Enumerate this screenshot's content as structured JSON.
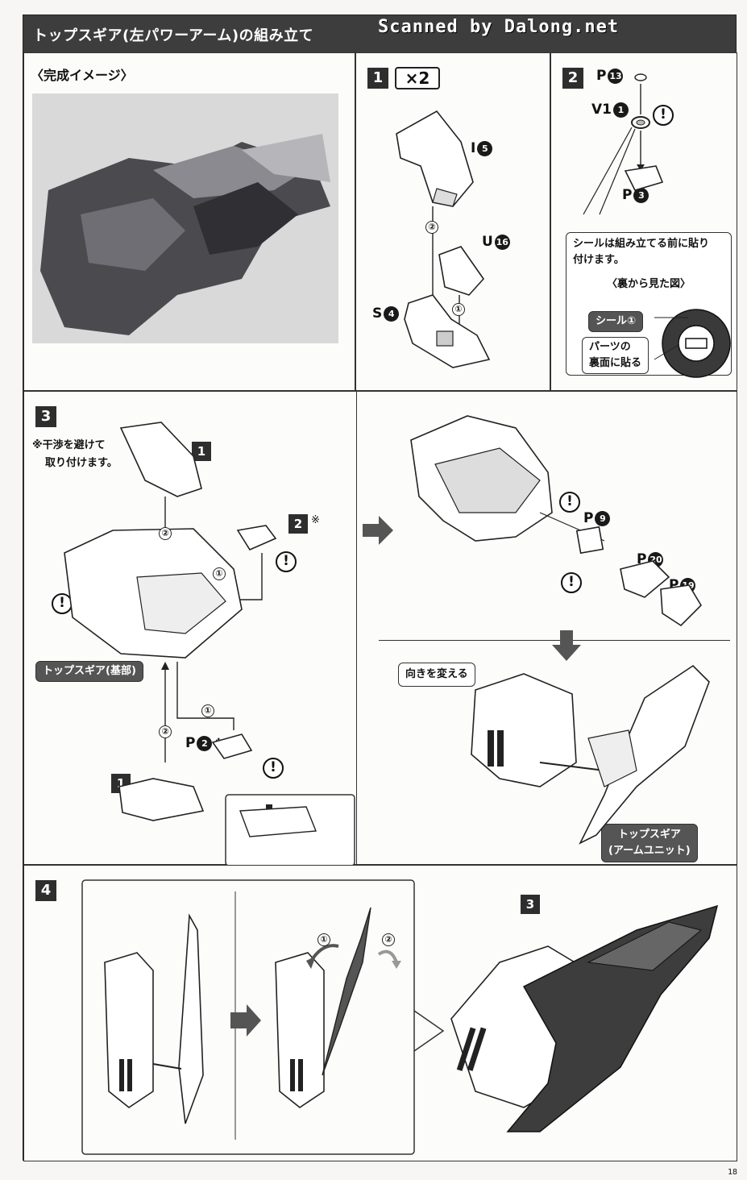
{
  "header": {
    "title": "トップスギア(左パワーアーム)の組み立て",
    "scan_mark": "Scanned by Dalong.net"
  },
  "panel_complete": {
    "label": "〈完成イメージ〉"
  },
  "panel_1": {
    "step": "1",
    "multiplier": "×2",
    "parts": [
      {
        "letter": "I",
        "num": "5"
      },
      {
        "letter": "U",
        "num": "16"
      },
      {
        "letter": "S",
        "num": "4"
      }
    ],
    "order": [
      "②",
      "①"
    ]
  },
  "panel_2": {
    "step": "2",
    "parts": [
      {
        "letter": "P",
        "num": "13"
      },
      {
        "letter": "V1",
        "num": "1"
      },
      {
        "letter": "P",
        "num": "3"
      }
    ],
    "note_line1": "シールは組み立てる前に貼り",
    "note_line2": "付けます。",
    "view_label": "〈裏から見た図〉",
    "seal_tag": "シール①",
    "apply_line1": "パーツの",
    "apply_line2": "裏面に貼る"
  },
  "panel_3": {
    "step": "3",
    "note_line1": "※干渉を避けて",
    "note_line2": "取り付けます。",
    "ref_1a": "1",
    "ref_2": "2",
    "ref_2_mark": "※",
    "ref_1b": "1",
    "base_tag": "トップスギア(基部)",
    "p2_letter": "P",
    "p2_num": "2",
    "p2_mark": "※",
    "order": [
      "②",
      "①",
      "①",
      "②"
    ],
    "right_parts": [
      {
        "letter": "P",
        "num": "9"
      },
      {
        "letter": "P",
        "num": "20"
      },
      {
        "letter": "P",
        "num": "19"
      }
    ],
    "turn_label": "向きを変える",
    "arm_tag_line1": "トップスギア",
    "arm_tag_line2": "(アームユニット)"
  },
  "panel_4": {
    "step": "4",
    "ref_3": "3",
    "order": [
      "①",
      "②"
    ]
  },
  "page_number": "18",
  "colors": {
    "header_bg": "#3d3d3d",
    "step_bg": "#2e2e2e",
    "tag_bg": "#555555"
  }
}
